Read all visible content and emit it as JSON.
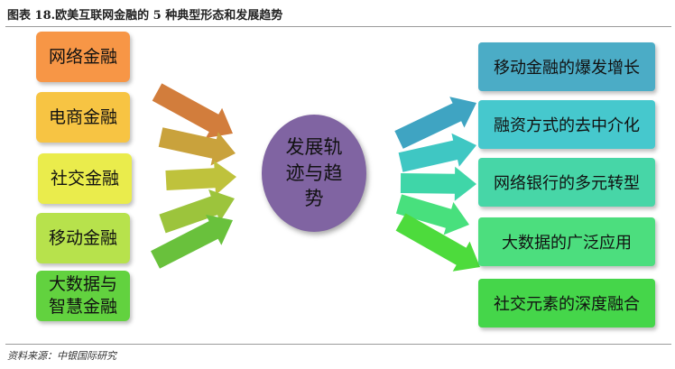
{
  "title": "图表 18.欧美互联网金融的 5 种典型形态和发展趋势",
  "source": "资料来源：中银国际研究",
  "center_label": "发展轨迹与趋势",
  "left_items": [
    {
      "label": "网络金融",
      "color": "#f79646"
    },
    {
      "label": "电商金融",
      "color": "#f7c443"
    },
    {
      "label": "社交金融",
      "color": "#eaec4c"
    },
    {
      "label": "移动金融",
      "color": "#b7e24c"
    },
    {
      "label": "大数据与智慧金融",
      "color": "#62d23f"
    }
  ],
  "right_items": [
    {
      "label": "移动金融的爆发增长",
      "color": "#4bacc6"
    },
    {
      "label": "融资方式的去中介化",
      "color": "#46c8cd"
    },
    {
      "label": "网络银行的多元转型",
      "color": "#47d6a7"
    },
    {
      "label": "大数据的广泛应用",
      "color": "#4cde7e"
    },
    {
      "label": "社交元素的深度融合",
      "color": "#45d64a"
    }
  ],
  "left_arrow_colors": [
    "#d27d3c",
    "#c9a23c",
    "#bfc23c",
    "#9cc43c",
    "#69c13c"
  ],
  "right_arrow_colors": [
    "#3fa4c2",
    "#3fc7c3",
    "#3fd6a8",
    "#48e07d",
    "#4ddb3c"
  ]
}
